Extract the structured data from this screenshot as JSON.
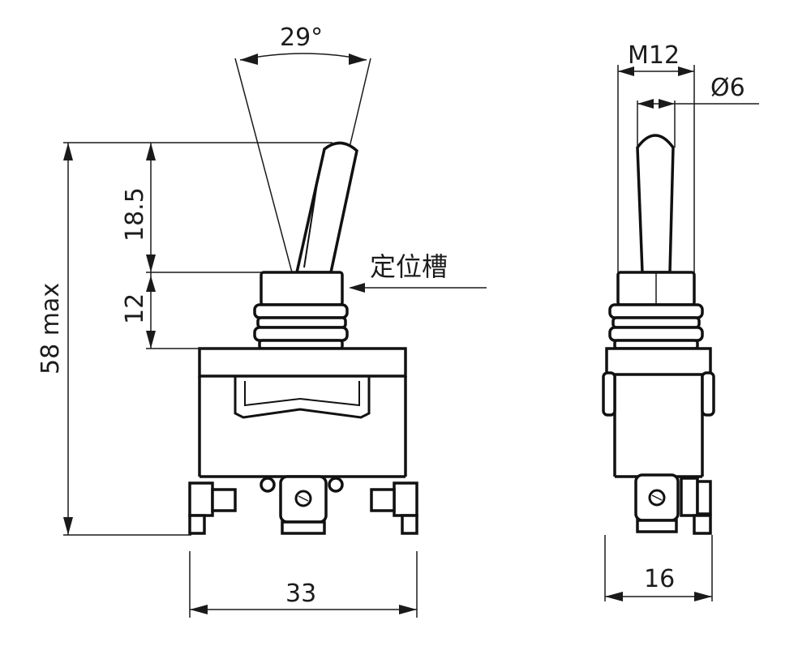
{
  "labels": {
    "angle": "29°",
    "dim_18_5": "18.5",
    "dim_12": "12",
    "dim_58": "58 max",
    "dim_33": "33",
    "thread": "M12",
    "diameter": "Ø6",
    "dim_16": "16",
    "groove": "定位槽"
  }
}
